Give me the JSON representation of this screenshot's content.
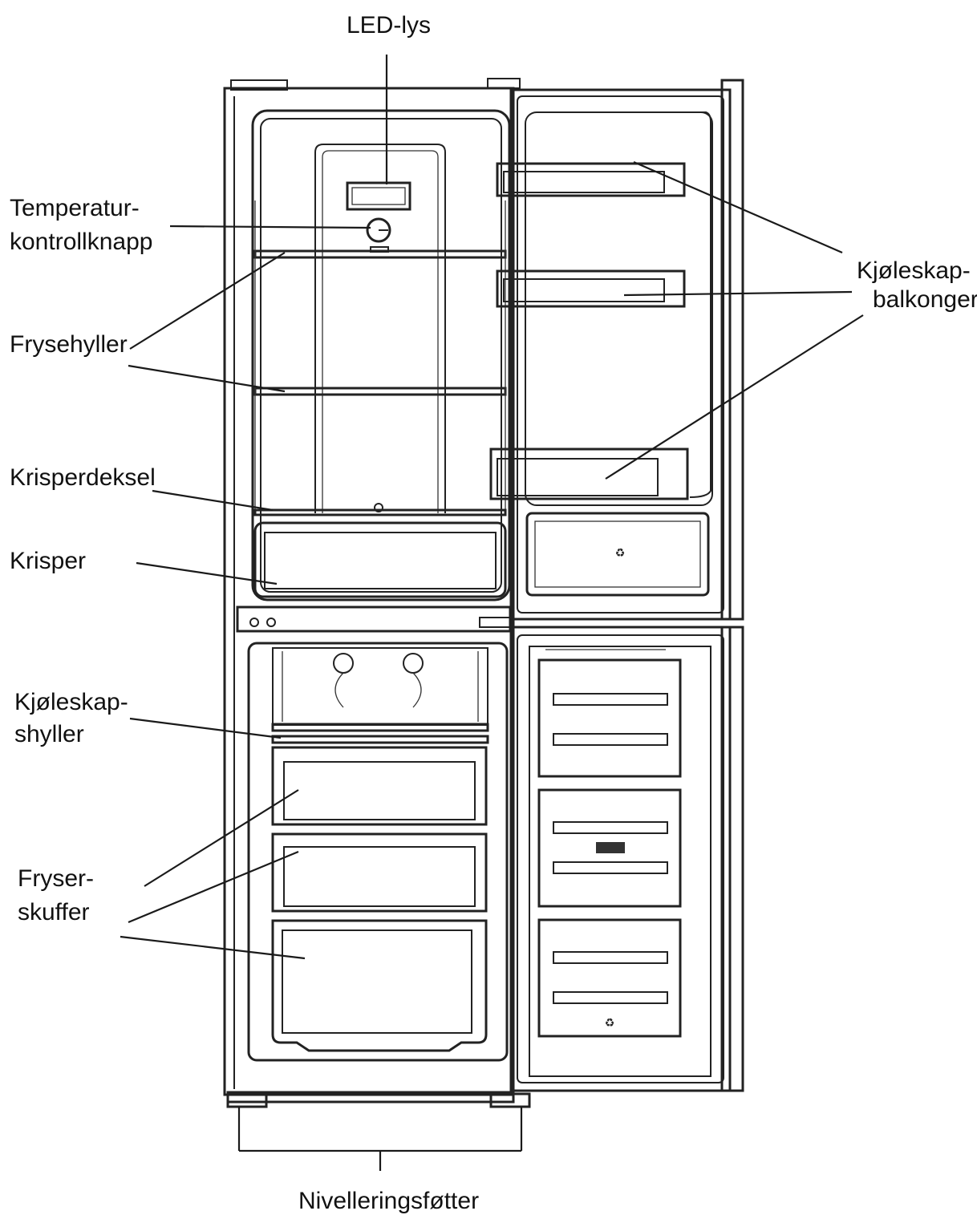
{
  "labels": {
    "led_light": "LED-lys",
    "temp_knob_line1": "Temperatur-",
    "temp_knob_line2": "kontrollknapp",
    "freezer_shelves": "Frysehyller",
    "crisper_cover": "Krisperdeksel",
    "crisper": "Krisper",
    "fridge_shelves_line1": "Kjøleskap-",
    "fridge_shelves_line2": "shyller",
    "freezer_drawers_line1": "Fryser-",
    "freezer_drawers_line2": "skuffer",
    "fridge_balconies_line1": "Kjøleskap-",
    "fridge_balconies_line2": "balkonger",
    "leveling_feet": "Nivelleringsføtter"
  },
  "colors": {
    "line": "#222222",
    "text": "#111111",
    "background": "#ffffff"
  }
}
